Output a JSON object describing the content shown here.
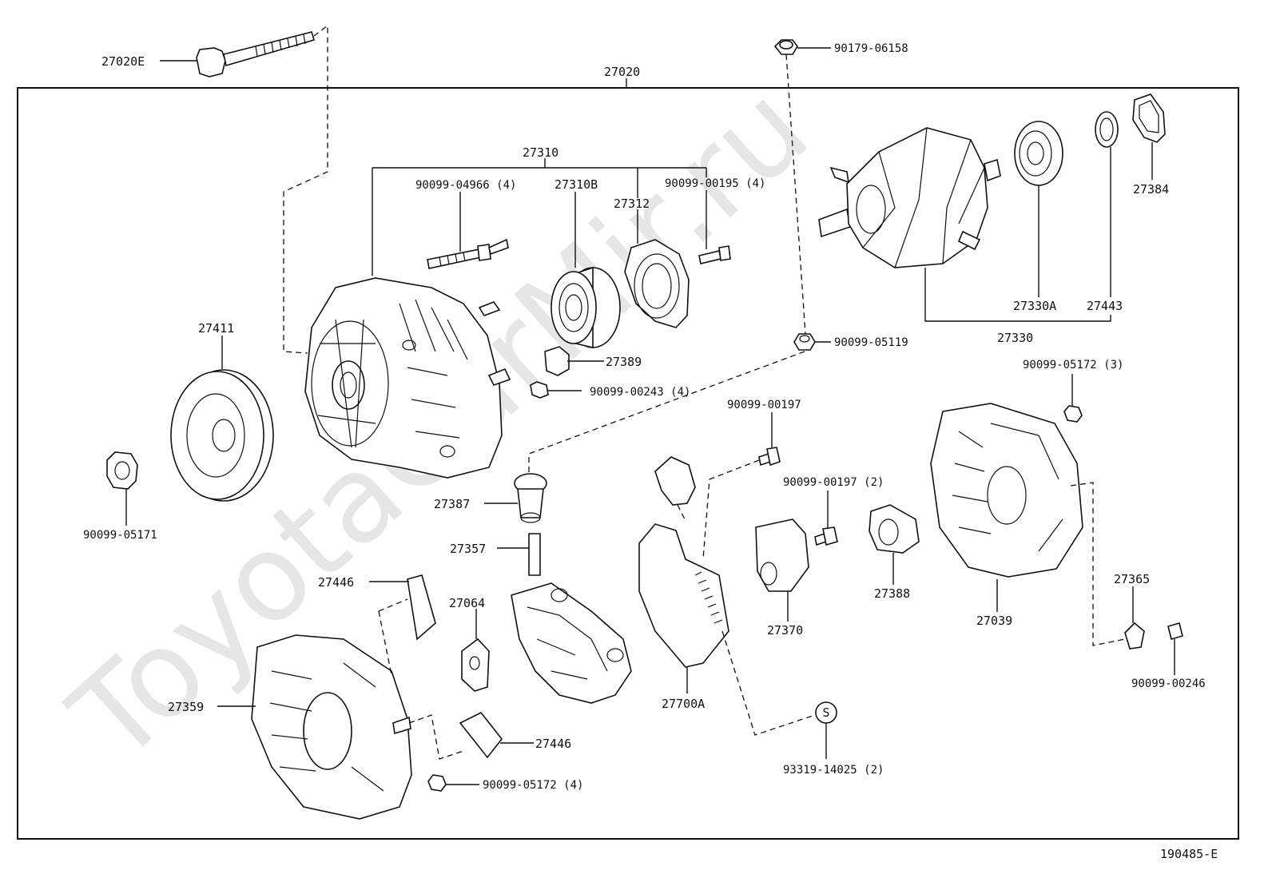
{
  "diagram": {
    "watermark": "ToyotaCarMir.ru",
    "figure_code": "190485-E",
    "assembly_label": "27020",
    "labels": {
      "p27020E": "27020E",
      "p90179_06158": "90179-06158",
      "p27310": "27310",
      "p90099_04966": "90099-04966 (4)",
      "p27310B": "27310B",
      "p27312": "27312",
      "p90099_00195": "90099-00195 (4)",
      "p27384": "27384",
      "p27411": "27411",
      "p27389": "27389",
      "p90099_05119": "90099-05119",
      "p27330A": "27330A",
      "p27443": "27443",
      "p27330": "27330",
      "p90099_00243": "90099-00243 (4)",
      "p90099_05172_3": "90099-05172 (3)",
      "p90099_00197": "90099-00197",
      "p27387": "27387",
      "p90099_05171": "90099-05171",
      "p90099_00197_2": "90099-00197 (2)",
      "p27357": "27357",
      "p27446a": "27446",
      "p27064": "27064",
      "p27388": "27388",
      "p27365": "27365",
      "p27039": "27039",
      "p27370": "27370",
      "p90099_00246": "90099-00246",
      "p27359": "27359",
      "p27700A": "27700A",
      "s_symbol": "S",
      "p27446b": "27446",
      "p93319_14025": "93319-14025 (2)",
      "p90099_05172_4": "90099-05172 (4)"
    }
  }
}
